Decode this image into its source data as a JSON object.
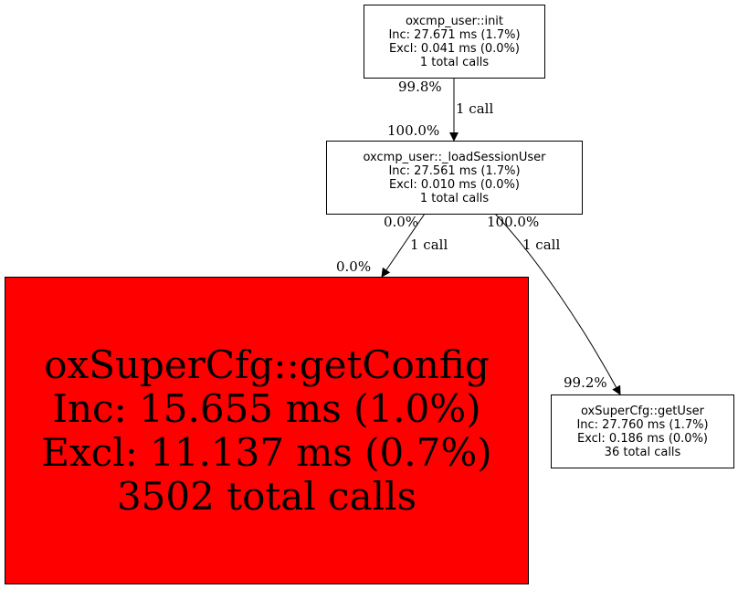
{
  "nodes": [
    {
      "name": "oxcmp_user::init",
      "inc": "Inc: 27.671 ms (1.7%)",
      "excl": "Excl: 0.041 ms (0.0%)",
      "calls": "1 total calls"
    },
    {
      "name": "oxcmp_user::_loadSessionUser",
      "inc": "Inc: 27.561 ms (1.7%)",
      "excl": "Excl: 0.010 ms (0.0%)",
      "calls": "1 total calls"
    },
    {
      "name": "oxSuperCfg::getConfig",
      "inc": "Inc: 15.655 ms (1.0%)",
      "excl": "Excl: 11.137 ms (0.7%)",
      "calls": "3502 total calls",
      "color": "#ff0000"
    },
    {
      "name": "oxSuperCfg::getUser",
      "inc": "Inc: 27.760 ms (1.7%)",
      "excl": "Excl: 0.186 ms (0.0%)",
      "calls": "36 total calls"
    }
  ],
  "edges": [
    {
      "from": "oxcmp_user::init",
      "to": "oxcmp_user::_loadSessionUser",
      "tail": "99.8%",
      "label": "1 call",
      "head": "100.0%"
    },
    {
      "from": "oxcmp_user::_loadSessionUser",
      "to": "oxSuperCfg::getConfig",
      "tail": "0.0%",
      "label": "1 call",
      "head": "0.0%"
    },
    {
      "from": "oxcmp_user::_loadSessionUser",
      "to": "oxSuperCfg::getUser",
      "tail": "100.0%",
      "label": "1 call",
      "head": "99.2%"
    }
  ]
}
